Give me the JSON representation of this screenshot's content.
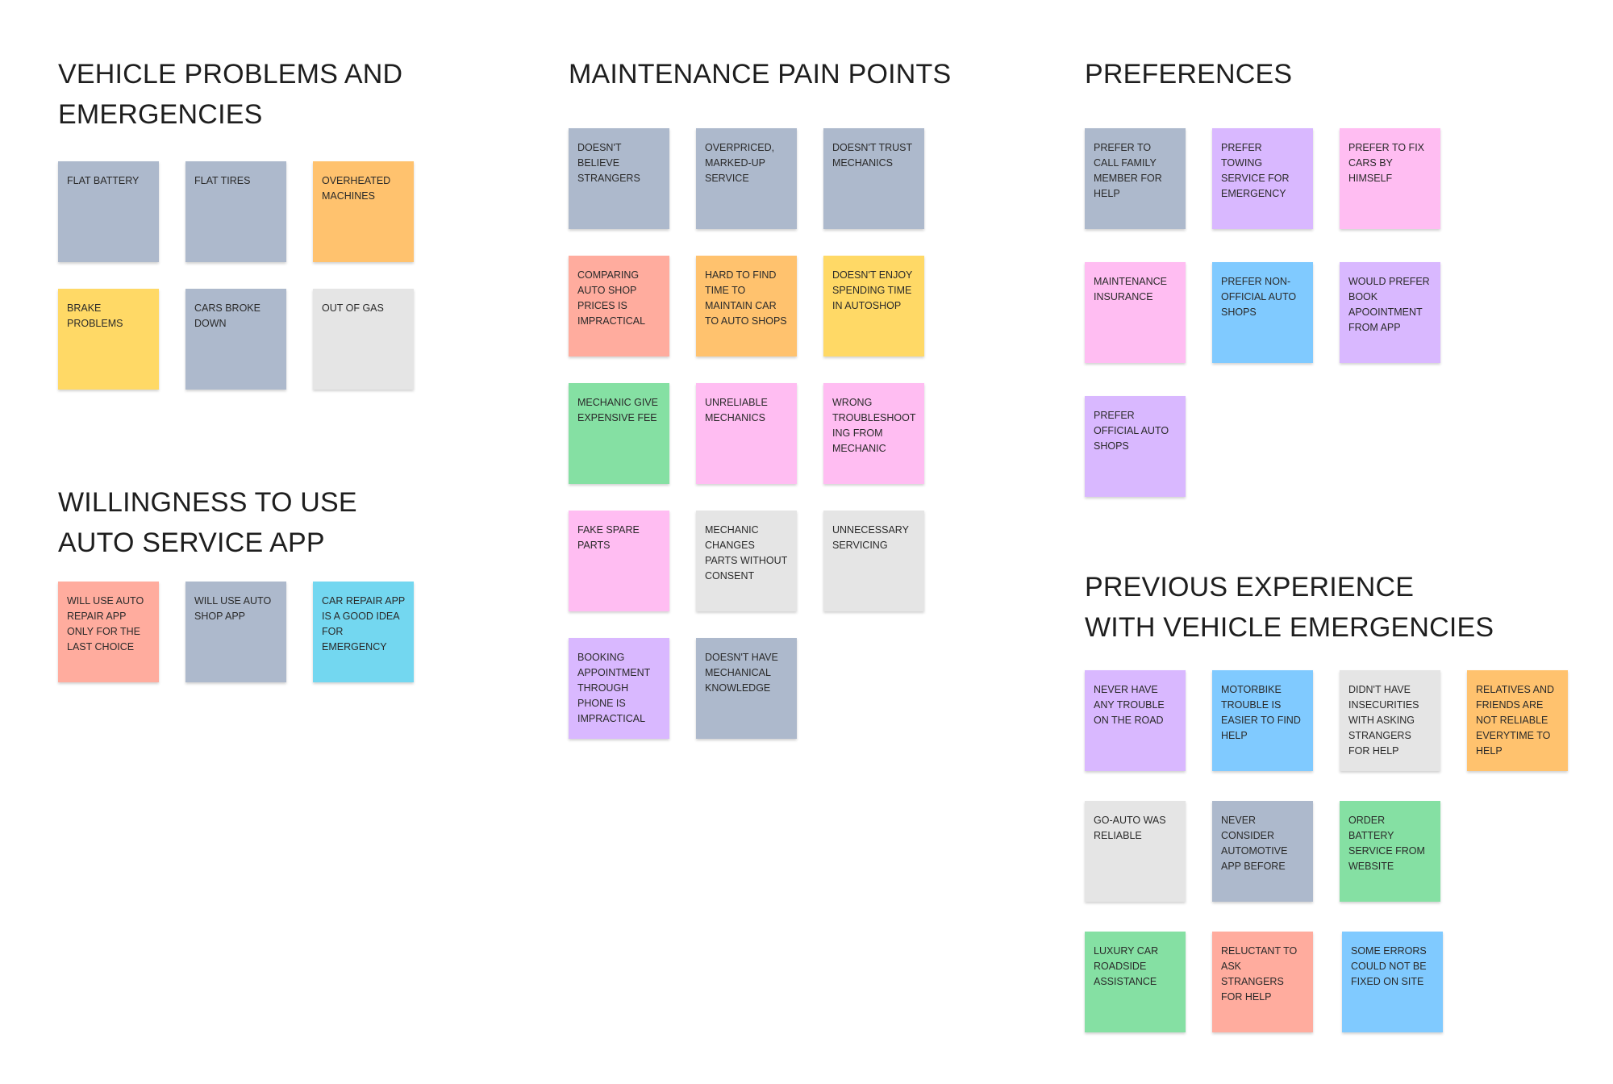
{
  "sections": {
    "vehicle_problems": {
      "title_line1": "VEHICLE PROBLEMS AND",
      "title_line2": "EMERGENCIES",
      "notes": [
        "FLAT BATTERY",
        "FLAT TIRES",
        "OVERHEATED MACHINES",
        "BRAKE PROBLEMS",
        "CARS BROKE DOWN",
        "OUT OF GAS"
      ]
    },
    "willingness": {
      "title_line1": "WILLINGNESS TO USE",
      "title_line2": "AUTO SERVICE APP",
      "notes": [
        "WILL USE AUTO REPAIR APP ONLY FOR THE LAST CHOICE",
        "WILL USE AUTO SHOP APP",
        "CAR REPAIR APP IS A GOOD IDEA FOR EMERGENCY"
      ]
    },
    "maintenance": {
      "title": "MAINTENANCE PAIN POINTS",
      "notes": [
        "DOESN'T BELIEVE STRANGERS",
        "OVERPRICED, MARKED-UP SERVICE",
        "DOESN'T TRUST MECHANICS",
        "COMPARING AUTO SHOP PRICES IS IMPRACTICAL",
        "HARD TO FIND TIME TO MAINTAIN CAR TO AUTO SHOPS",
        "DOESN'T ENJOY SPENDING TIME IN AUTOSHOP",
        "MECHANIC GIVE EXPENSIVE FEE",
        "UNRELIABLE MECHANICS",
        "WRONG TROUBLESHOOT ING FROM MECHANIC",
        "FAKE SPARE PARTS",
        "MECHANIC CHANGES PARTS WITHOUT CONSENT",
        "UNNECESSARY SERVICING",
        "BOOKING APPOINTMENT THROUGH PHONE IS IMPRACTICAL",
        "DOESN'T HAVE MECHANICAL KNOWLEDGE"
      ]
    },
    "preferences": {
      "title": "PREFERENCES",
      "notes": [
        "PREFER TO CALL FAMILY MEMBER FOR HELP",
        "PREFER TOWING SERVICE FOR EMERGENCY",
        "PREFER TO FIX CARS BY HIMSELF",
        "MAINTENANCE INSURANCE",
        "PREFER NON-OFFICIAL AUTO SHOPS",
        "WOULD PREFER BOOK APOOINTMENT FROM APP",
        "PREFER OFFICIAL AUTO SHOPS"
      ]
    },
    "previous_experience": {
      "title_line1": "PREVIOUS EXPERIENCE",
      "title_line2": "WITH VEHICLE EMERGENCIES",
      "notes": [
        "NEVER HAVE ANY TROUBLE ON THE ROAD",
        "MOTORBIKE TROUBLE IS EASIER TO FIND HELP",
        "DIDN'T HAVE INSECURITIES WITH ASKING STRANGERS FOR HELP",
        "RELATIVES AND FRIENDS ARE NOT RELIABLE EVERYTIME TO HELP",
        "GO-AUTO WAS RELIABLE",
        "NEVER CONSIDER AUTOMOTIVE APP BEFORE",
        "ORDER BATTERY SERVICE FROM WEBSITE",
        "LUXURY CAR ROADSIDE ASSISTANCE",
        "RELUCTANT TO ASK STRANGERS FOR HELP",
        "SOME ERRORS COULD NOT BE FIXED ON SITE"
      ]
    }
  },
  "colors": {
    "gray": "#adb9cc",
    "orange": "#ffc26e",
    "yellow": "#ffd966",
    "light": "#e5e5e5",
    "salmon": "#ffac9e",
    "green": "#85e0a3",
    "pink": "#ffbdf2",
    "violet": "#d9b8ff",
    "blue": "#80caff",
    "cyan": "#73d7f0"
  }
}
